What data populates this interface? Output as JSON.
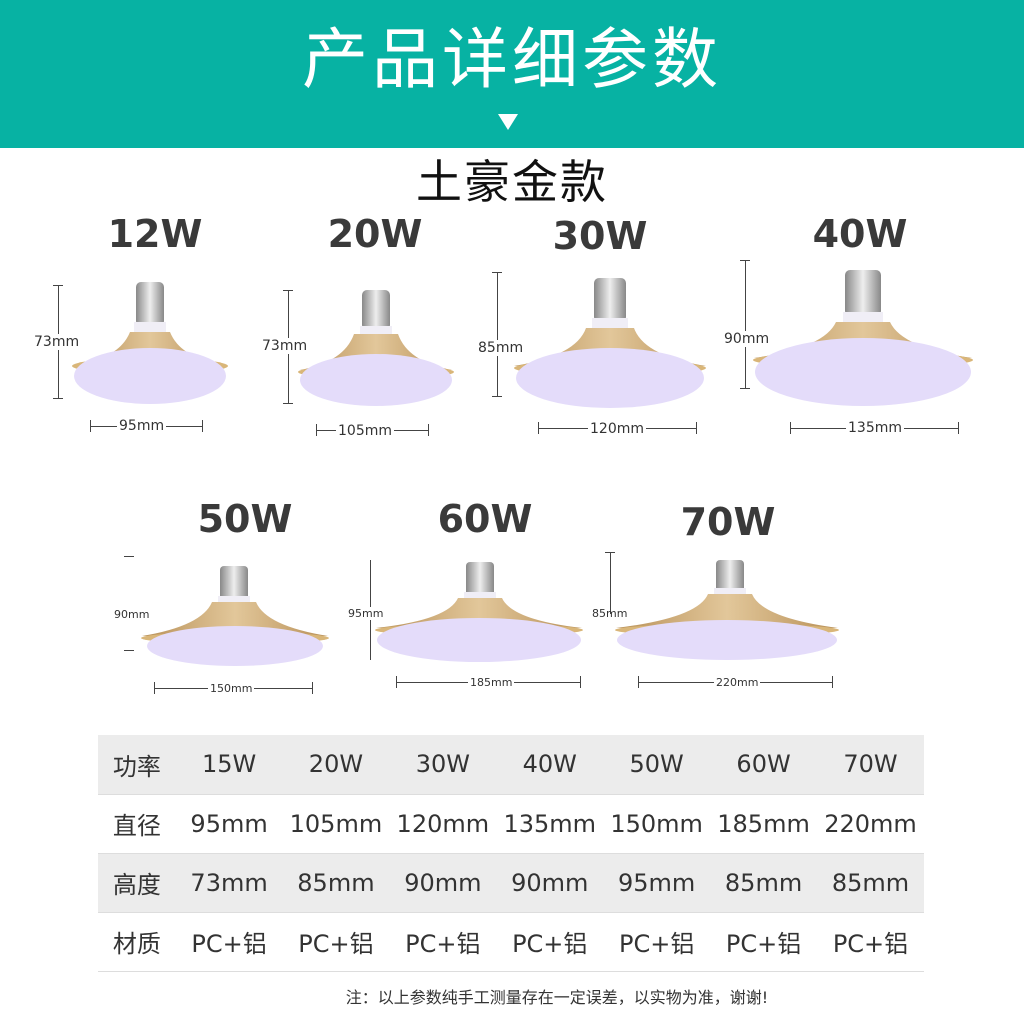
{
  "header": {
    "title": "产品详细参数"
  },
  "subtitle": "土豪金款",
  "products": [
    {
      "watt": "12W",
      "height": "73mm",
      "diameter": "95mm"
    },
    {
      "watt": "20W",
      "height": "73mm",
      "diameter": "105mm"
    },
    {
      "watt": "30W",
      "height": "85mm",
      "diameter": "120mm"
    },
    {
      "watt": "40W",
      "height": "90mm",
      "diameter": "135mm"
    },
    {
      "watt": "50W",
      "height": "90mm",
      "diameter": "150mm"
    },
    {
      "watt": "60W",
      "height": "95mm",
      "diameter": "185mm"
    },
    {
      "watt": "70W",
      "height": "85mm",
      "diameter": "220mm"
    }
  ],
  "table": {
    "rows": [
      {
        "label": "功率",
        "cells": [
          "15W",
          "20W",
          "30W",
          "40W",
          "50W",
          "60W",
          "70W"
        ]
      },
      {
        "label": "直径",
        "cells": [
          "95mm",
          "105mm",
          "120mm",
          "135mm",
          "150mm",
          "185mm",
          "220mm"
        ]
      },
      {
        "label": "高度",
        "cells": [
          "73mm",
          "85mm",
          "90mm",
          "90mm",
          "95mm",
          "85mm",
          "85mm"
        ]
      },
      {
        "label": "材质",
        "cells": [
          "PC+铝",
          "PC+铝",
          "PC+铝",
          "PC+铝",
          "PC+铝",
          "PC+铝",
          "PC+铝"
        ]
      }
    ]
  },
  "note": "注：以上参数纯手工测量存在一定误差，以实物为准，谢谢!",
  "colors": {
    "banner": "#07b2a3",
    "gold": "#c9a66b",
    "glow": "#e4dcfa"
  }
}
